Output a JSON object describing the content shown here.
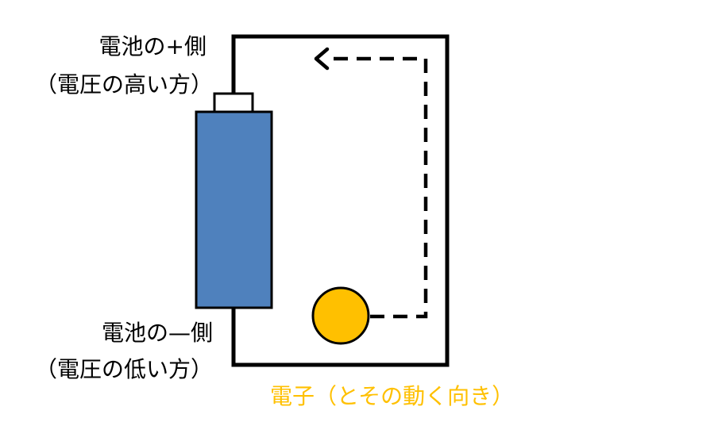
{
  "labels": {
    "plus_terminal_line1": "電池の+側",
    "plus_terminal_line2": "（電圧の高い方）",
    "minus_terminal_line1": "電池の—側",
    "minus_terminal_line2": "（電圧の低い方）",
    "electron": "電子（とその動く向き）"
  },
  "colors": {
    "battery_body": "#4F81BD",
    "battery_outline": "#000000",
    "wire": "#000000",
    "electron": "#FFC000",
    "electron_label": "#FFC000",
    "text": "#000000"
  },
  "icons": {
    "electron": "electron-circle-icon",
    "direction_arrow": "dashed-arrow-left-icon"
  }
}
